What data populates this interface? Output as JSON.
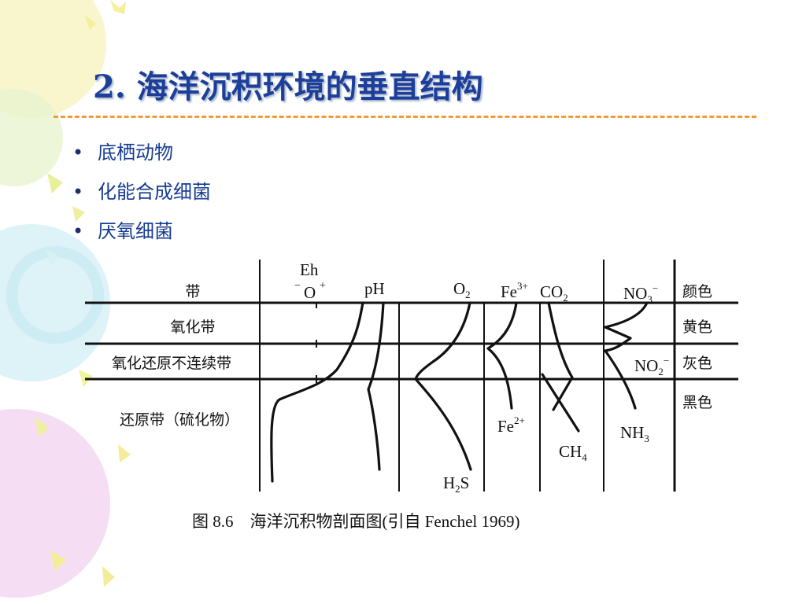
{
  "title": "2. 海洋沉积环境的垂直结构",
  "bullets": [
    "底栖动物",
    "化能合成细菌",
    "厌氧细菌"
  ],
  "figure": {
    "row_labels": [
      "带",
      "氧化带",
      "氧化还原不连续带",
      "还原带（硫化物）"
    ],
    "colors": [
      "颜色",
      "黄色",
      "灰色",
      "黑色"
    ],
    "eh": {
      "label": "Eh",
      "minus": "−",
      "o": "O",
      "plus": "+"
    },
    "ph": "pH",
    "o2": {
      "base": "O",
      "sub": "2"
    },
    "h2s": {
      "h": "H",
      "sub": "2",
      "s": "S"
    },
    "fe3": {
      "base": "Fe",
      "sup": "3+"
    },
    "fe2": {
      "base": "Fe",
      "sup": "2+"
    },
    "co2": {
      "base": "CO",
      "sub": "2"
    },
    "ch4": {
      "base": "CH",
      "sub": "4"
    },
    "no3": {
      "base": "NO",
      "sub": "3",
      "sup": "−"
    },
    "no2": {
      "base": "NO",
      "sub": "2",
      "sup": "−"
    },
    "nh3": {
      "base": "NH",
      "sub": "3"
    }
  },
  "caption": "图 8.6　海洋沉积物剖面图(引自 Fenchel 1969)"
}
